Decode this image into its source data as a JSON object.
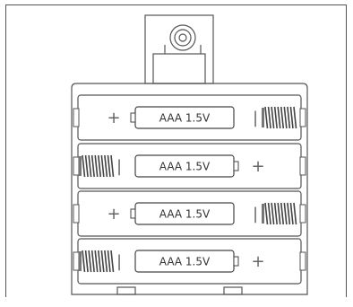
{
  "holder": {
    "batteries": [
      {
        "label": "AAA  1.5V",
        "plus": "+",
        "minus": "|",
        "orientation": "plus-left"
      },
      {
        "label": "AAA  1.5V",
        "plus": "+",
        "minus": "|",
        "orientation": "plus-right"
      },
      {
        "label": "AAA  1.5V",
        "plus": "+",
        "minus": "|",
        "orientation": "plus-left"
      },
      {
        "label": "AAA  1.5V",
        "plus": "+",
        "minus": "|",
        "orientation": "plus-right"
      }
    ]
  }
}
